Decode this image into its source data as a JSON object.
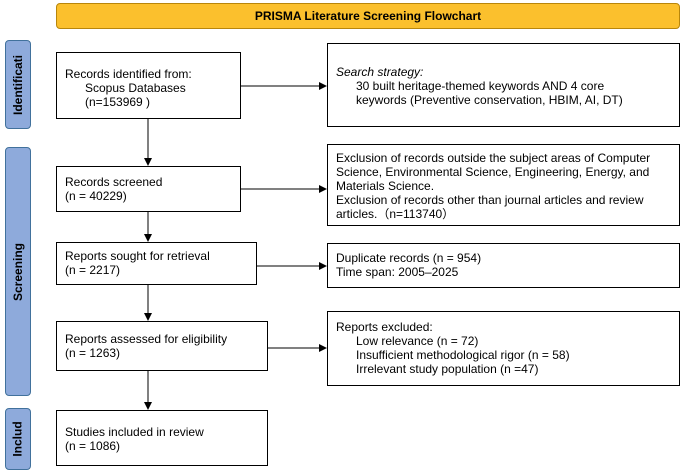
{
  "title": "PRISMA Literature Screening Flowchart",
  "phases": {
    "identification": "Identificati",
    "screening": "Screening",
    "included": "Includ"
  },
  "left": {
    "identified": {
      "line1": "Records identified from:",
      "line2": "Scopus Databases",
      "line3": "(n=153969 )"
    },
    "screened": {
      "line1": "Records screened",
      "line2": "(n = 40229)"
    },
    "retrieval": {
      "line1": "Reports sought for retrieval",
      "line2": "(n = 2217)"
    },
    "eligibility": {
      "line1": "Reports assessed for eligibility",
      "line2": "(n = 1263)"
    },
    "included": {
      "line1": "Studies included in review",
      "line2": "(n = 1086)"
    }
  },
  "right": {
    "strategy": {
      "heading": "Search strategy:",
      "line1": "30 built heritage-themed keywords AND 4 core",
      "line2": "keywords (Preventive conservation, HBIM, AI, DT)"
    },
    "exclusion": {
      "line1": "Exclusion of records outside the subject areas of Computer",
      "line2": "Science, Environmental Science, Engineering, Energy, and",
      "line3": "Materials Science.",
      "line4": "Exclusion of records other than journal articles and review",
      "line5": "articles.（n=113740）"
    },
    "duplicates": {
      "line1": "Duplicate records (n = 954)",
      "line2": "Time span: 2005–2025"
    },
    "excluded": {
      "heading": "Reports excluded:",
      "line1": "Low relevance (n = 72)",
      "line2": "Insufficient methodological rigor (n = 58)",
      "line3": "Irrelevant study population (n =47)"
    }
  }
}
